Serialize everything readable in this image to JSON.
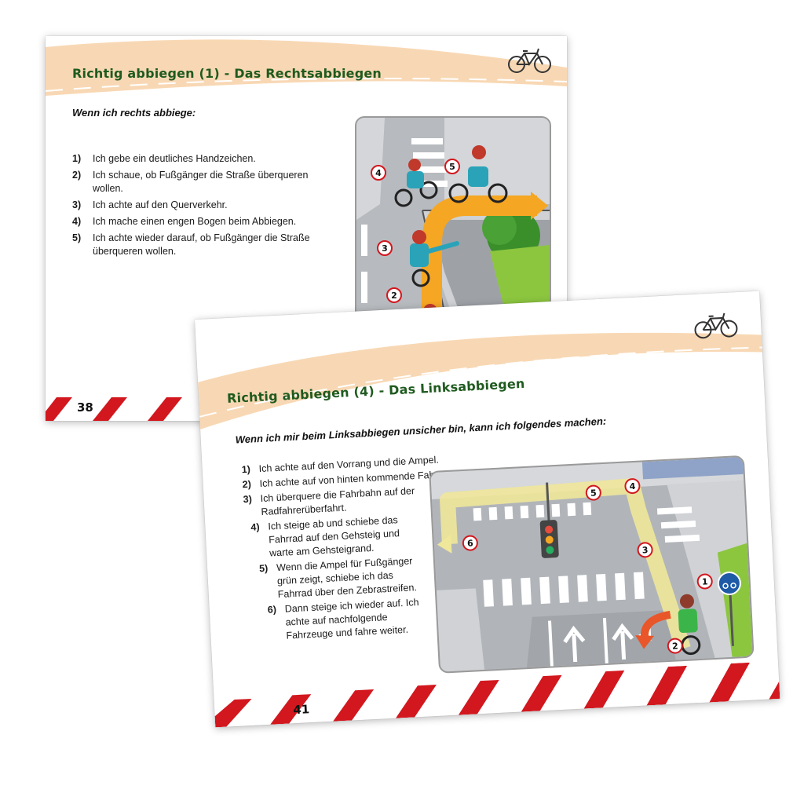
{
  "page1": {
    "title": "Richtig abbiegen (1) - Das Rechtsabbiegen",
    "intro": "Wenn ich rechts abbiege:",
    "steps": [
      {
        "num": "1)",
        "text": "Ich gebe ein deutliches Handzeichen."
      },
      {
        "num": "2)",
        "text": "Ich schaue, ob Fußgänger die Straße überqueren wollen."
      },
      {
        "num": "3)",
        "text": "Ich achte auf den Querverkehr."
      },
      {
        "num": "4)",
        "text": "Ich mache einen engen Bogen beim Abbiegen."
      },
      {
        "num": "5)",
        "text": "Ich achte wieder darauf, ob Fußgänger die Straße überqueren wollen."
      }
    ],
    "page_number": "38",
    "markers": [
      "1",
      "2",
      "3",
      "4",
      "5"
    ]
  },
  "page2": {
    "title": "Richtig abbiegen (4) - Das Linksabbiegen",
    "intro": "Wenn ich mir beim Linksabbiegen unsicher bin, kann ich folgendes machen:",
    "steps": [
      {
        "num": "1)",
        "text": "Ich achte auf den Vorrang und die Ampel."
      },
      {
        "num": "2)",
        "text": "Ich achte auf von hinten kommende Fahrzeuge."
      },
      {
        "num": "3)",
        "text": "Ich überquere die Fahrbahn auf der Radfahrerüberfahrt."
      },
      {
        "num": "4)",
        "text": "Ich steige ab und schiebe das Fahrrad auf den Gehsteig und warte am Gehsteigrand."
      },
      {
        "num": "5)",
        "text": "Wenn die Ampel für Fußgänger grün zeigt, schiebe ich das Fahrrad über den Zebrastreifen."
      },
      {
        "num": "6)",
        "text": "Dann steige ich wieder auf. Ich achte auf nachfolgende Fahrzeuge und fahre weiter."
      }
    ],
    "page_number": "41",
    "markers": [
      "1",
      "2",
      "3",
      "4",
      "5",
      "6"
    ]
  },
  "colors": {
    "band": "#f8d8b4",
    "title": "#1f5a1f",
    "stripe_red": "#d2171e",
    "path_orange": "#f5a623",
    "path_yellow": "#efe79a",
    "marker_red": "#d2171e"
  },
  "icons": [
    "bicycle-icon",
    "traffic-light-icon",
    "bike-lane-sign-icon",
    "arrow-icon"
  ]
}
